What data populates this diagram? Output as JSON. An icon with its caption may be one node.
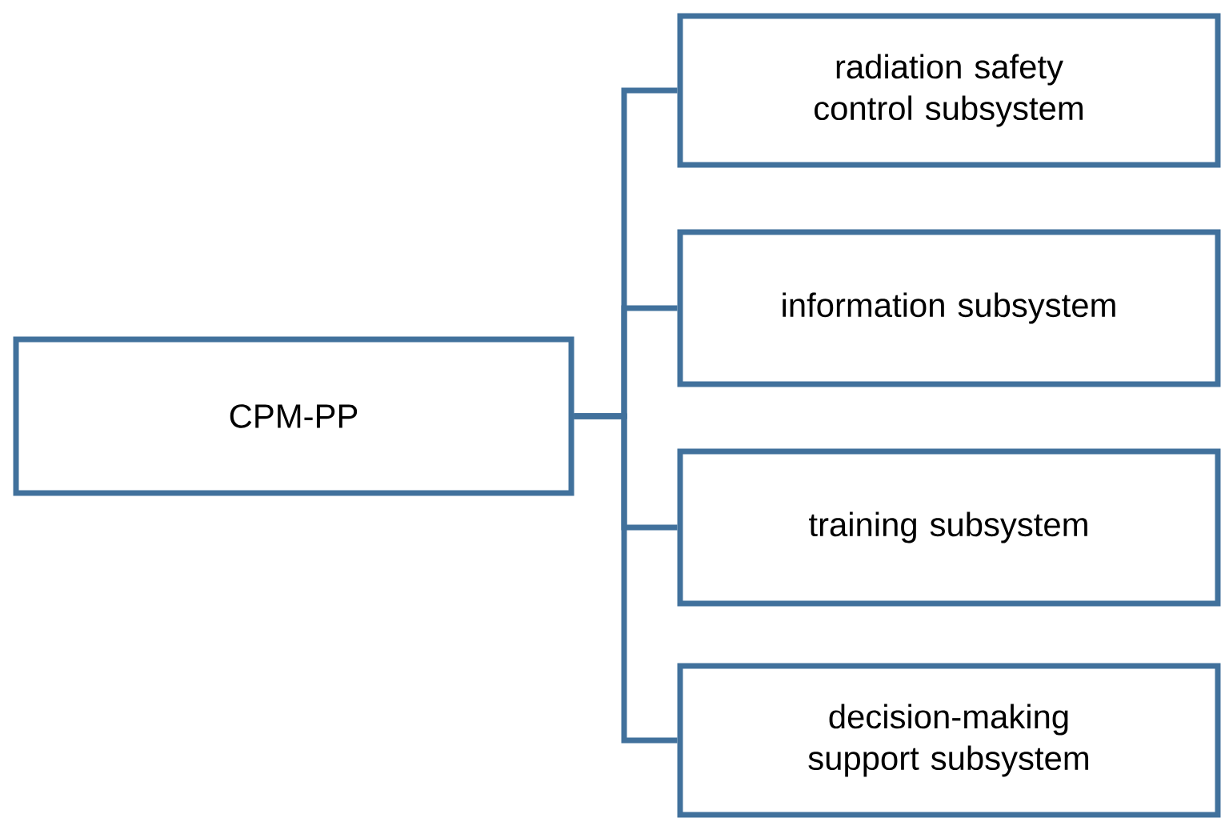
{
  "diagram": {
    "nodes": [
      {
        "text": [
          "CPM-PP"
        ]
      },
      {
        "text": [
          "radiation safety control subsystem"
        ]
      },
      {
        "text": [
          "information subsystem"
        ]
      },
      {
        "text": [
          "training subsystem"
        ]
      },
      {
        "text": [
          "decision-making support subsystem"
        ]
      }
    ],
    "edges": [
      {
        "from": 0,
        "to": 1,
        "arrow": "none"
      },
      {
        "from": 0,
        "to": 2,
        "arrow": "none"
      },
      {
        "from": 0,
        "to": 3,
        "arrow": "none"
      },
      {
        "from": 0,
        "to": 4,
        "arrow": "none"
      }
    ]
  }
}
